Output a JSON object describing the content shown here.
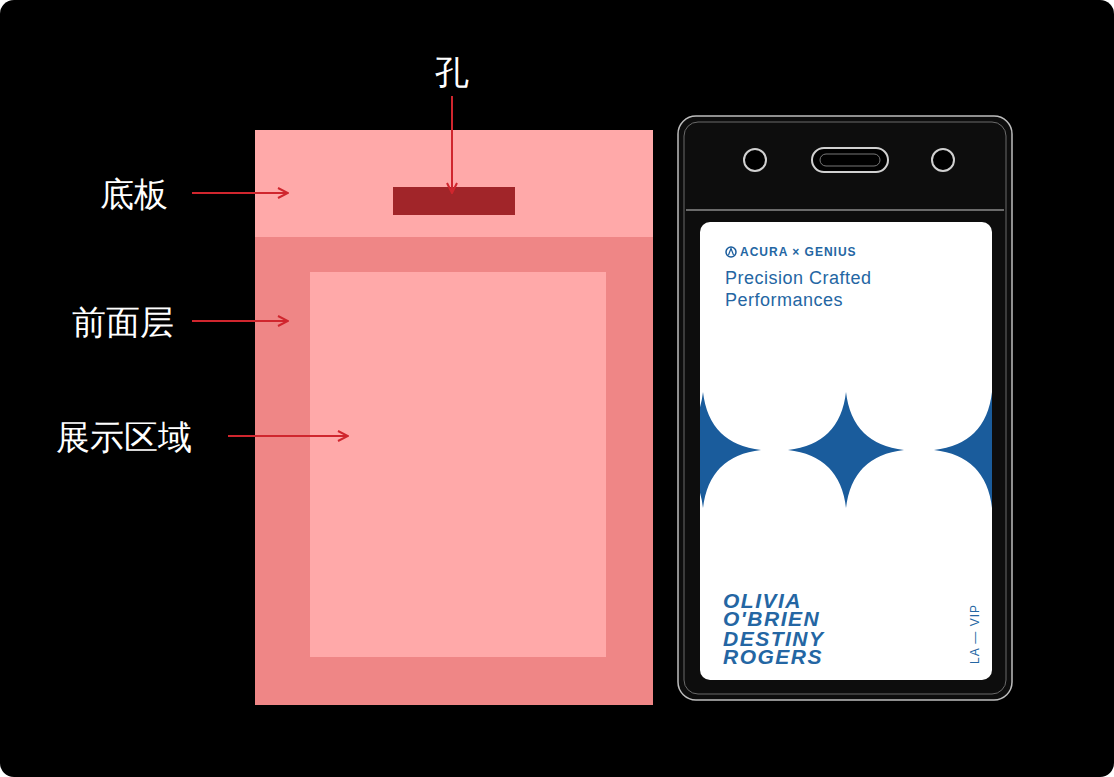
{
  "diagram": {
    "nodes": [
      {
        "text": [
          "ACURA × GENIUS",
          "Precision Crafted Performances",
          "OLIVIA O'BRIEN",
          "DESTINY ROGERS",
          "LA — VIP"
        ]
      }
    ],
    "labels": [
      "孔",
      "底板",
      "前面层",
      "展示区域"
    ]
  }
}
